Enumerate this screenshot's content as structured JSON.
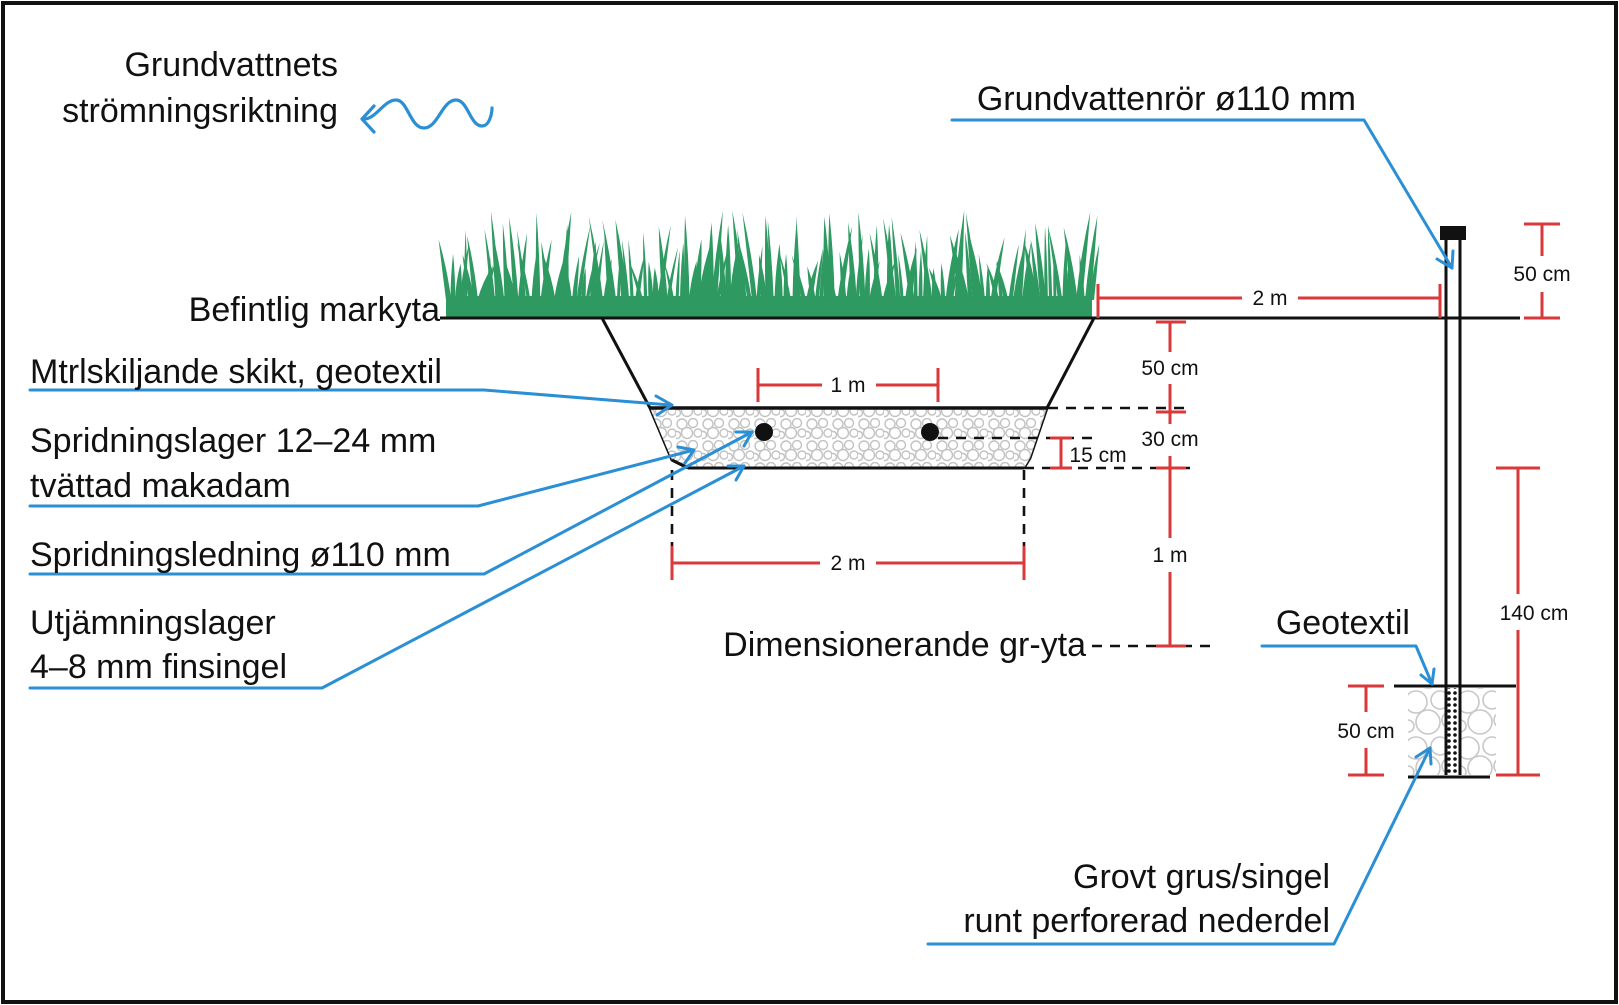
{
  "colors": {
    "line": "#111111",
    "dimension": "#d9393b",
    "callout": "#2a8fd4",
    "grass": "#2e9a62",
    "gravel": "#c8c8c8",
    "frame": "#111111"
  },
  "legend": {
    "flow_line1": "Grundvattnets",
    "flow_line2": "strömningsriktning",
    "flow_icon": "wavy-arrow-left-icon"
  },
  "labels": {
    "ground_surface": "Befintlig markyta",
    "separating_layer": "Mtrlskiljande skikt, geotextil",
    "distribution_layer_line1": "Spridningslager 12–24 mm",
    "distribution_layer_line2": "tvättad makadam",
    "distribution_pipe": "Spridningsledning ø110 mm",
    "leveling_layer_line1": "Utjämningslager",
    "leveling_layer_line2": "4–8 mm finsingel",
    "design_groundwater": "Dimensionerande gr-yta",
    "groundwater_pipe": "Grundvattenrör ø110 mm",
    "geotextile": "Geotextil",
    "coarse_gravel_line1": "Grovt grus/singel",
    "coarse_gravel_line2": "runt perforerad nederdel"
  },
  "dimensions": {
    "pipe_spacing": "1 m",
    "bed_width": "2 m",
    "distance_to_well": "2 m",
    "cover_depth": "50 cm",
    "layer_thickness": "30 cm",
    "pipe_height": "15 cm",
    "to_groundwater": "1 m",
    "pipe_above_ground": "50 cm",
    "pipe_below_bed": "140 cm",
    "gravel_pack": "50 cm"
  }
}
